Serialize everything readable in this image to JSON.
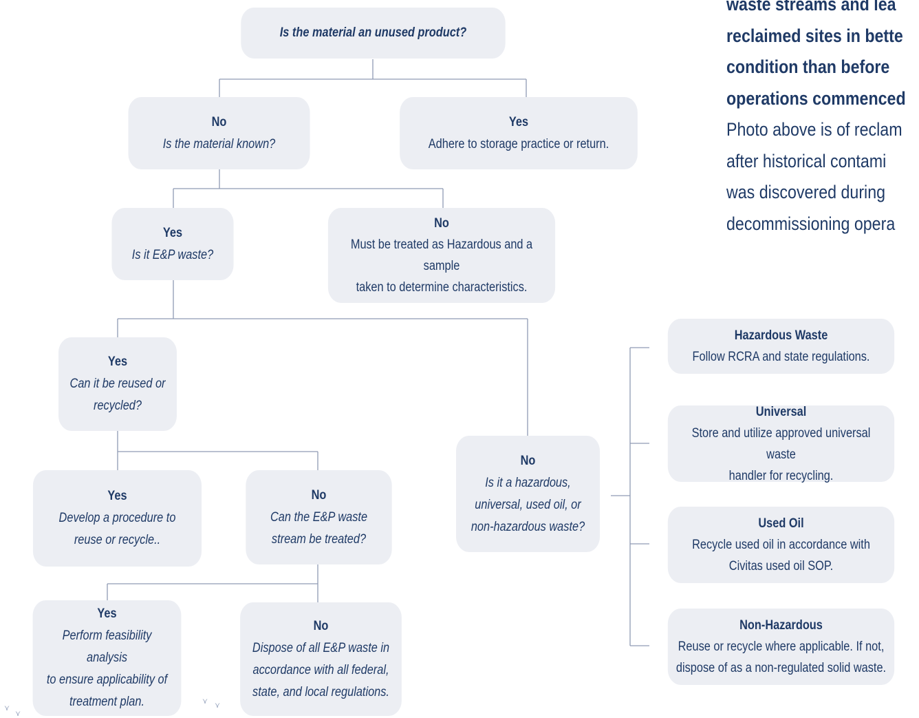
{
  "flowchart": {
    "root": {
      "question": "Is the material an unused product?"
    },
    "unused_no": {
      "heading": "No",
      "text": "Is the material known?"
    },
    "unused_yes": {
      "heading": "Yes",
      "text": "Adhere to storage practice or return."
    },
    "known_yes": {
      "heading": "Yes",
      "text": "Is it E&P waste?"
    },
    "known_no": {
      "heading": "No",
      "text_line1": "Must be treated as Hazardous and a sample",
      "text_line2": "taken to determine characteristics."
    },
    "ep_yes": {
      "heading": "Yes",
      "text_line1": "Can it be reused or",
      "text_line2": "recycled?"
    },
    "ep_no": {
      "heading": "No",
      "text_line1": "Is it a hazardous,",
      "text_line2": "universal, used oil, or",
      "text_line3": "non-hazardous waste?"
    },
    "reuse_yes": {
      "heading": "Yes",
      "text_line1": "Develop a procedure to",
      "text_line2": "reuse or recycle.."
    },
    "reuse_no": {
      "heading": "No",
      "text_line1": "Can the E&P waste",
      "text_line2": "stream be treated?"
    },
    "treat_yes": {
      "heading": "Yes",
      "text_line1": "Perform feasibility analysis",
      "text_line2": "to ensure applicability of",
      "text_line3": "treatment plan."
    },
    "treat_no": {
      "heading": "No",
      "text_line1": "Dispose of all E&P waste in",
      "text_line2": "accordance with all federal,",
      "text_line3": "state, and local regulations."
    },
    "hazardous": {
      "heading": "Hazardous Waste",
      "text_line1": "Follow RCRA and state regulations."
    },
    "universal": {
      "heading": "Universal",
      "text_line1": "Store and utilize approved universal waste",
      "text_line2": "handler for recycling."
    },
    "used_oil": {
      "heading": "Used Oil",
      "text_line1": "Recycle used oil in accordance with",
      "text_line2": "Civitas used oil SOP."
    },
    "non_hazardous": {
      "heading": "Non-Hazardous",
      "text_line1": "Reuse or recycle where applicable. If not,",
      "text_line2": "dispose of as a non-regulated solid waste."
    }
  },
  "sidebar": {
    "bold_lines": [
      "waste streams and lea",
      "reclaimed sites in bette",
      "condition than before",
      "operations commenced"
    ],
    "normal_lines": [
      "Photo above is of reclam",
      "after historical contami",
      "was discovered during",
      "decommissioning opera"
    ]
  },
  "colors": {
    "box_fill": "#eceef3",
    "text": "#1f3a66",
    "connector": "#8f9ab3"
  }
}
